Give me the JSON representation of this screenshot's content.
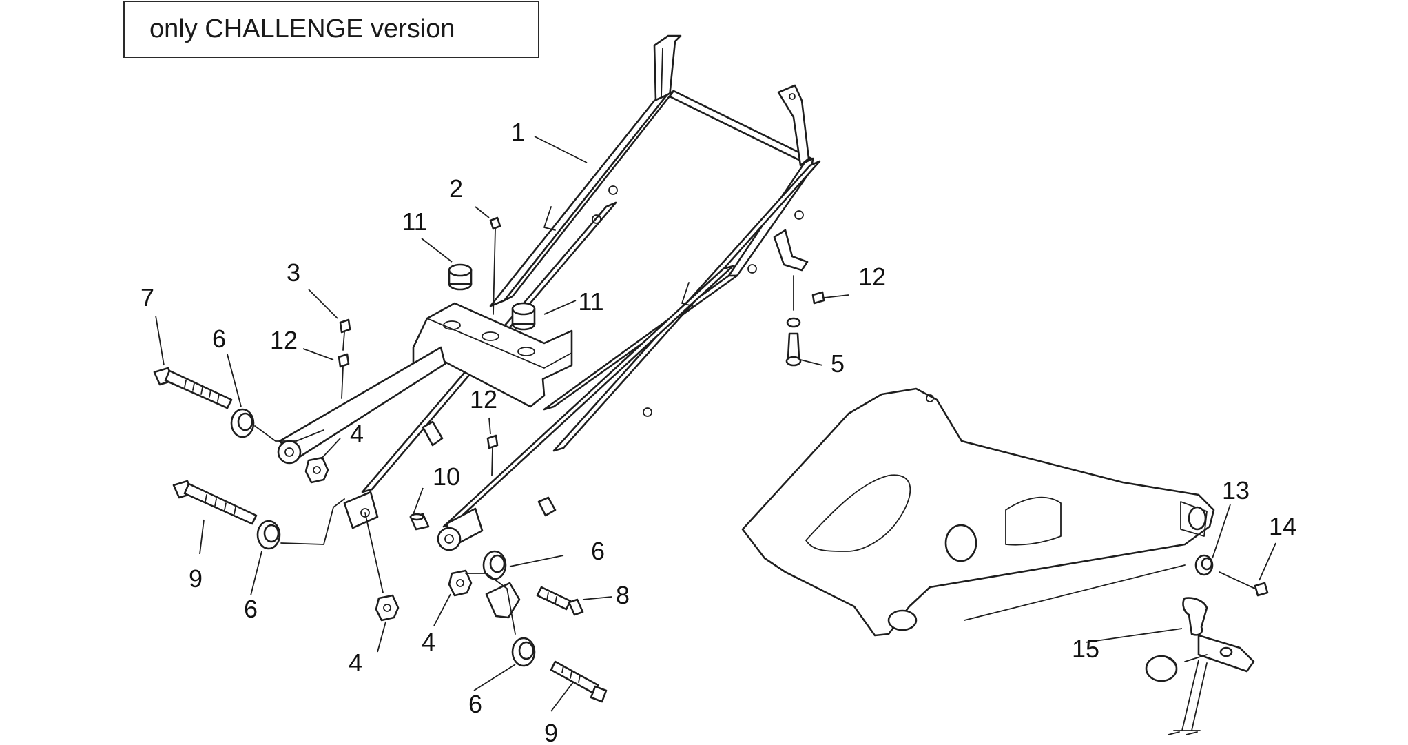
{
  "note": {
    "text": "only CHALLENGE version"
  },
  "callouts": [
    {
      "id": "c1",
      "label": "1"
    },
    {
      "id": "c2",
      "label": "2"
    },
    {
      "id": "c3",
      "label": "3"
    },
    {
      "id": "c4a",
      "label": "4"
    },
    {
      "id": "c4b",
      "label": "4"
    },
    {
      "id": "c4c",
      "label": "4"
    },
    {
      "id": "c5",
      "label": "5"
    },
    {
      "id": "c6a",
      "label": "6"
    },
    {
      "id": "c6b",
      "label": "6"
    },
    {
      "id": "c6c",
      "label": "6"
    },
    {
      "id": "c6d",
      "label": "6"
    },
    {
      "id": "c7",
      "label": "7"
    },
    {
      "id": "c8",
      "label": "8"
    },
    {
      "id": "c9a",
      "label": "9"
    },
    {
      "id": "c9b",
      "label": "9"
    },
    {
      "id": "c10",
      "label": "10"
    },
    {
      "id": "c11a",
      "label": "11"
    },
    {
      "id": "c11b",
      "label": "11"
    },
    {
      "id": "c12a",
      "label": "12"
    },
    {
      "id": "c12b",
      "label": "12"
    },
    {
      "id": "c12c",
      "label": "12"
    },
    {
      "id": "c13",
      "label": "13"
    },
    {
      "id": "c14",
      "label": "14"
    },
    {
      "id": "c15",
      "label": "15"
    }
  ]
}
